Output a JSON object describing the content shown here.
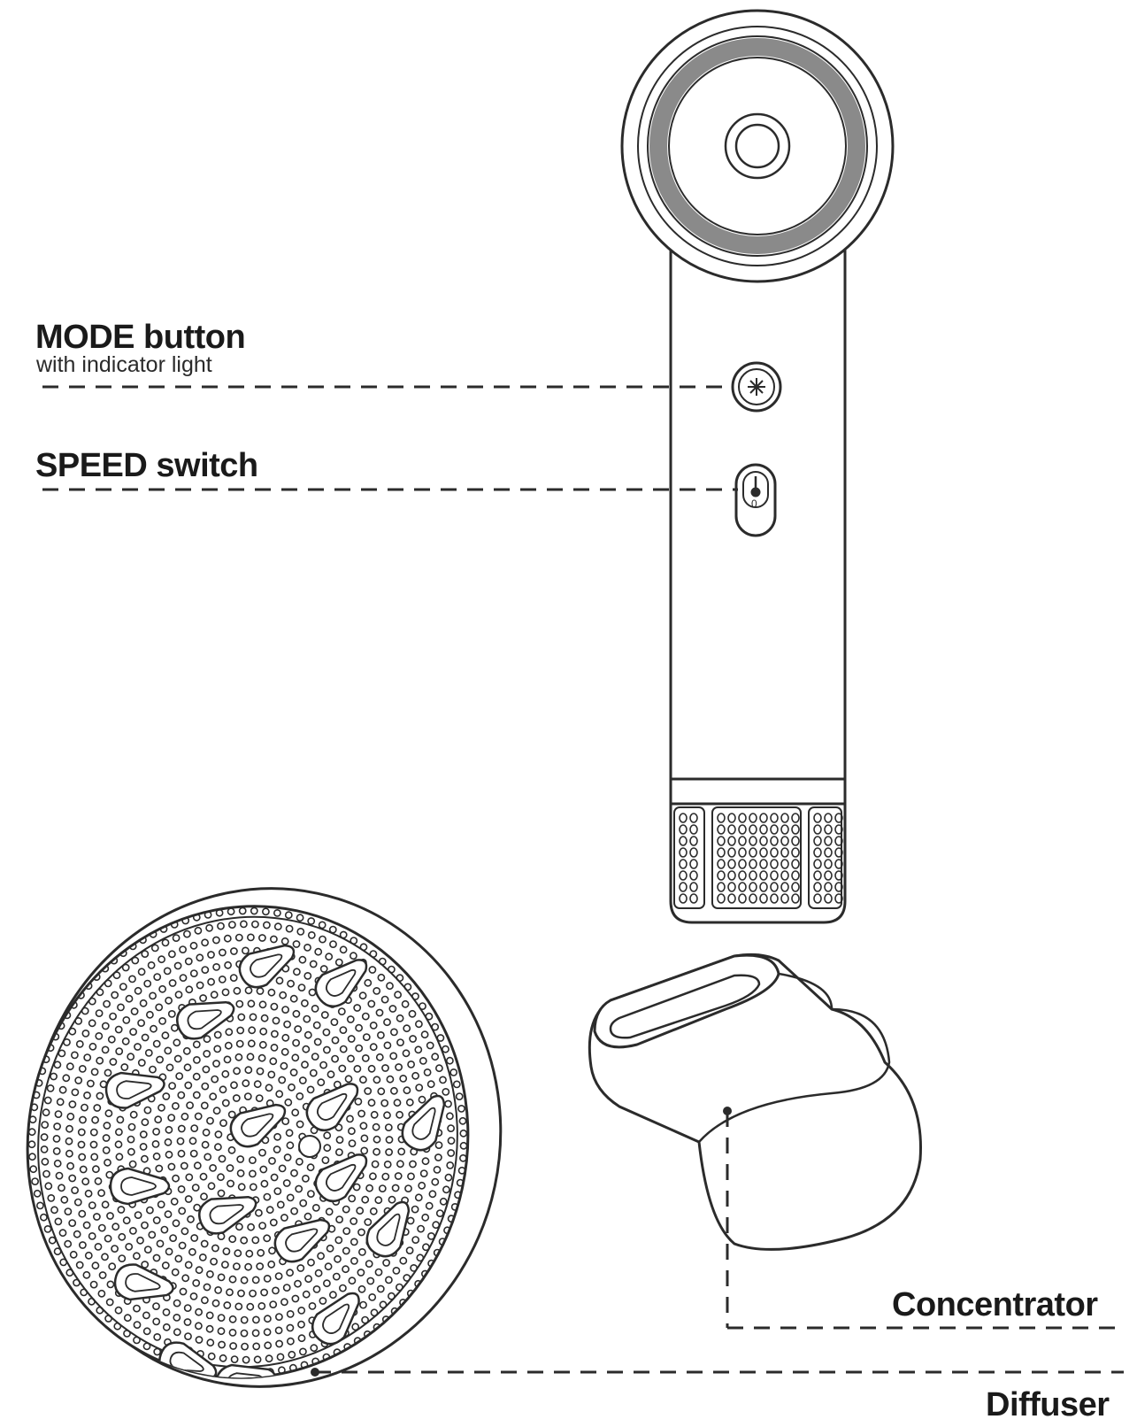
{
  "labels": {
    "mode_button": "MODE button",
    "mode_button_sub": "with indicator light",
    "speed_switch": "SPEED switch",
    "concentrator": "Concentrator",
    "diffuser": "Diffuser"
  },
  "colors": {
    "line": "#2b2b2b",
    "paper": "#ffffff",
    "ring": "#8a8a8a"
  }
}
